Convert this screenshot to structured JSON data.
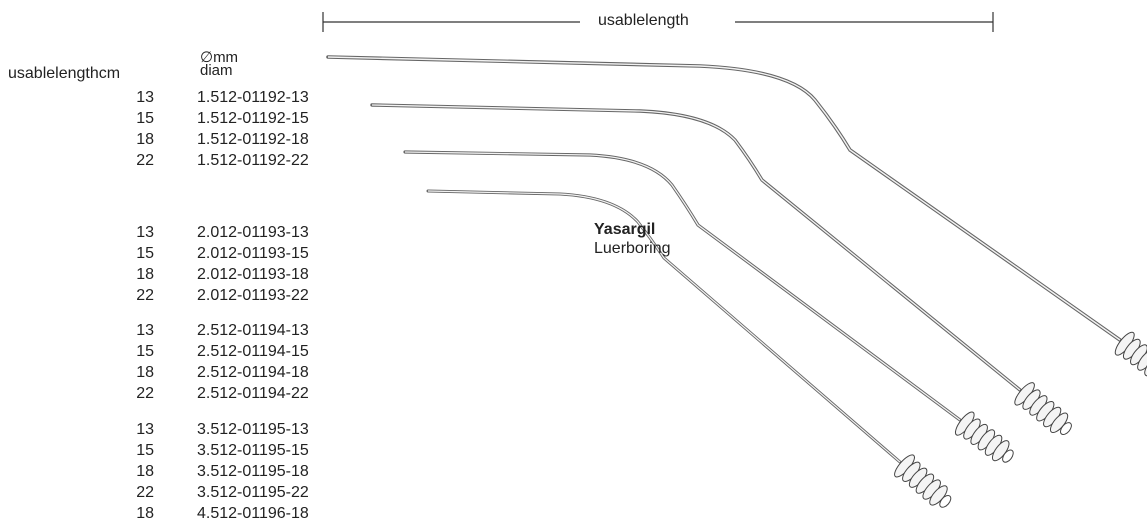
{
  "header": {
    "length_label": "usablelengthcm",
    "diam_symbol": "∅mm",
    "diam_label": "diam",
    "usable_length": "usablelength"
  },
  "product": {
    "brand": "Yasargil",
    "type": "Luerboring"
  },
  "rows": [
    {
      "len": "13",
      "code": "1.512-01192-13"
    },
    {
      "len": "15",
      "code": "1.512-01192-15"
    },
    {
      "len": "18",
      "code": "1.512-01192-18"
    },
    {
      "len": "22",
      "code": "1.512-01192-22"
    },
    {
      "len": "13",
      "code": "2.012-01193-13"
    },
    {
      "len": "15",
      "code": "2.012-01193-15"
    },
    {
      "len": "18",
      "code": "2.012-01193-18"
    },
    {
      "len": "22",
      "code": "2.012-01193-22"
    },
    {
      "len": "13",
      "code": "2.512-01194-13"
    },
    {
      "len": "15",
      "code": "2.512-01194-15"
    },
    {
      "len": "18",
      "code": "2.512-01194-18"
    },
    {
      "len": "22",
      "code": "2.512-01194-22"
    },
    {
      "len": "13",
      "code": "3.512-01195-13"
    },
    {
      "len": "15",
      "code": "3.512-01195-15"
    },
    {
      "len": "18",
      "code": "3.512-01195-18"
    },
    {
      "len": "22",
      "code": "3.512-01195-22"
    },
    {
      "len": "18",
      "code": "4.512-01196-18"
    }
  ]
}
